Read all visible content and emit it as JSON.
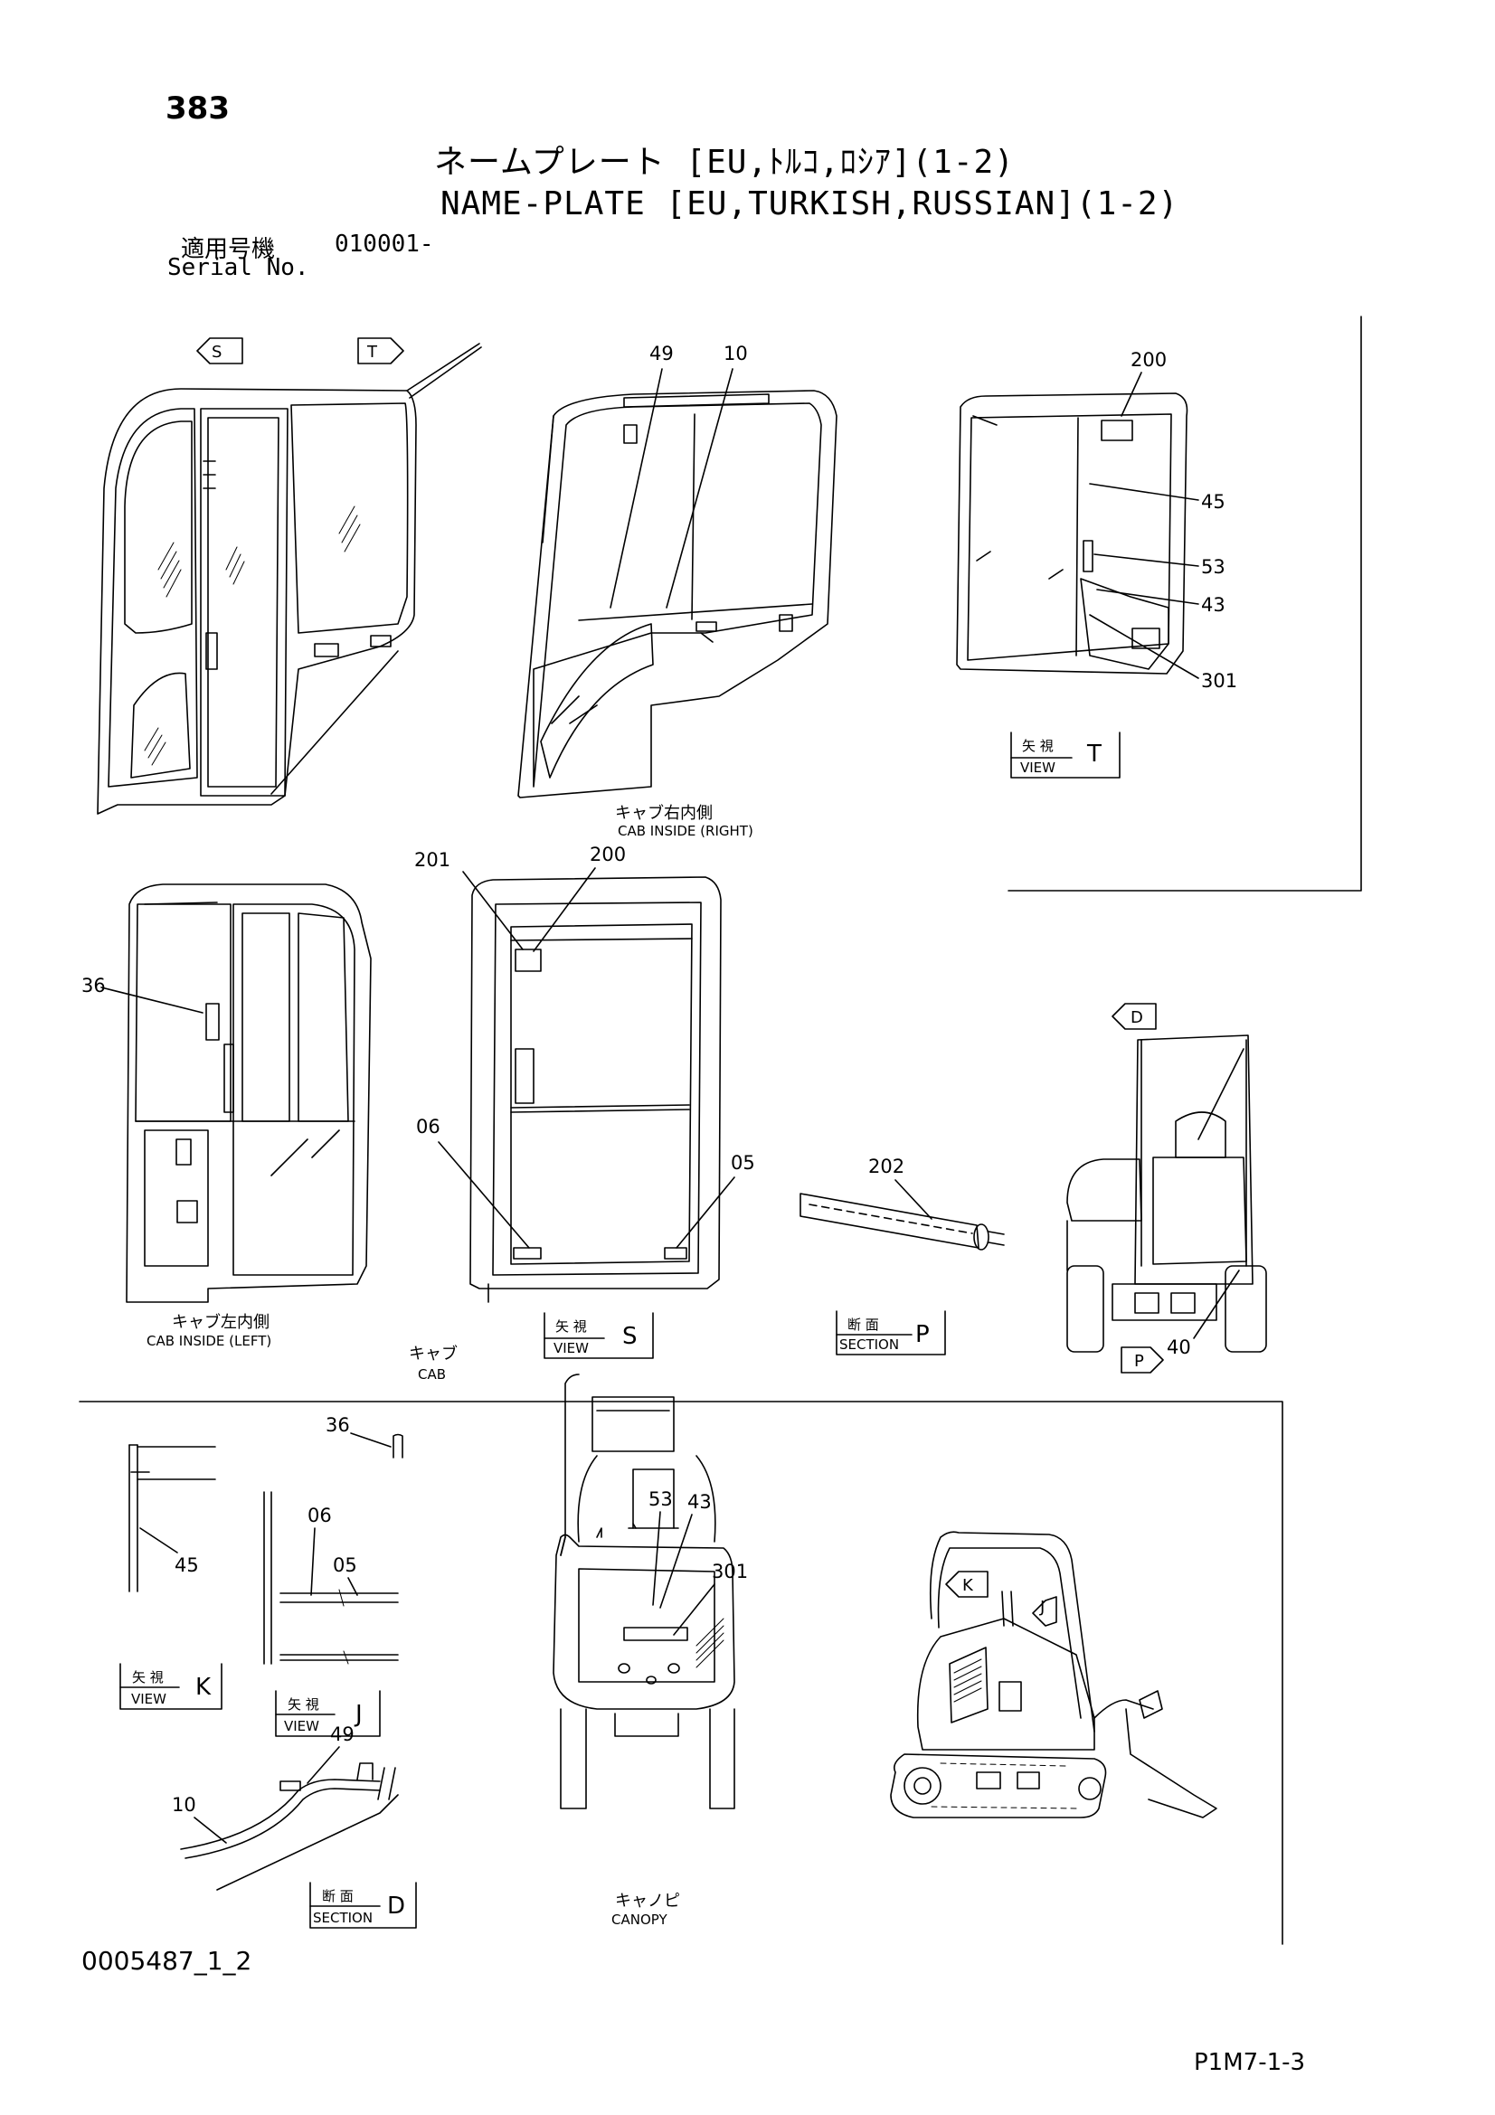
{
  "header": {
    "page_number": "383",
    "title_jp": "ネームプレート [EU,ﾄﾙｺ,ﾛｼｱ](1-2)",
    "title_en": "NAME-PLATE [EU,TURKISH,RUSSIAN](1-2)",
    "serial_label_jp": "適用号機",
    "serial_value": "010001-",
    "serial_label_en": "Serial No."
  },
  "footer": {
    "document_number": "0005487_1_2",
    "sheet_code": "P1M7-1-3"
  },
  "views": {
    "cab_right": {
      "label_jp": "キャブ右内側",
      "label_en": "CAB INSIDE (RIGHT)"
    },
    "cab_left": {
      "label_jp": "キャブ左内側",
      "label_en": "CAB INSIDE (LEFT)"
    },
    "cab": {
      "label_jp": "キャブ",
      "label_en": "CAB"
    },
    "canopy": {
      "label_jp": "キャノピ",
      "label_en": "CANOPY"
    },
    "view_t": {
      "kanji": "矢 視",
      "word": "VIEW",
      "letter": "T"
    },
    "view_s": {
      "kanji": "矢 視",
      "word": "VIEW",
      "letter": "S"
    },
    "view_k": {
      "kanji": "矢 視",
      "word": "VIEW",
      "letter": "K"
    },
    "view_j": {
      "kanji": "矢 視",
      "word": "VIEW",
      "letter": "J"
    },
    "section_p": {
      "kanji": "断 面",
      "word": "SECTION",
      "letter": "P"
    },
    "section_d": {
      "kanji": "断 面",
      "word": "SECTION",
      "letter": "D"
    }
  },
  "arrow_tags": {
    "s": "S",
    "t": "T",
    "d": "D",
    "p": "P",
    "k": "K",
    "j": "J"
  },
  "callouts": {
    "c49a": "49",
    "c10a": "10",
    "c200a": "200",
    "c45a": "45",
    "c53a": "53",
    "c43a": "43",
    "c301a": "301",
    "c201": "201",
    "c200b": "200",
    "c36a": "36",
    "c06a": "06",
    "c05a": "05",
    "c202": "202",
    "c40": "40",
    "c36b": "36",
    "c45b": "45",
    "c06b": "06",
    "c05b": "05",
    "c53b": "53",
    "c43b": "43",
    "c301b": "301",
    "c49b": "49",
    "c10b": "10"
  }
}
